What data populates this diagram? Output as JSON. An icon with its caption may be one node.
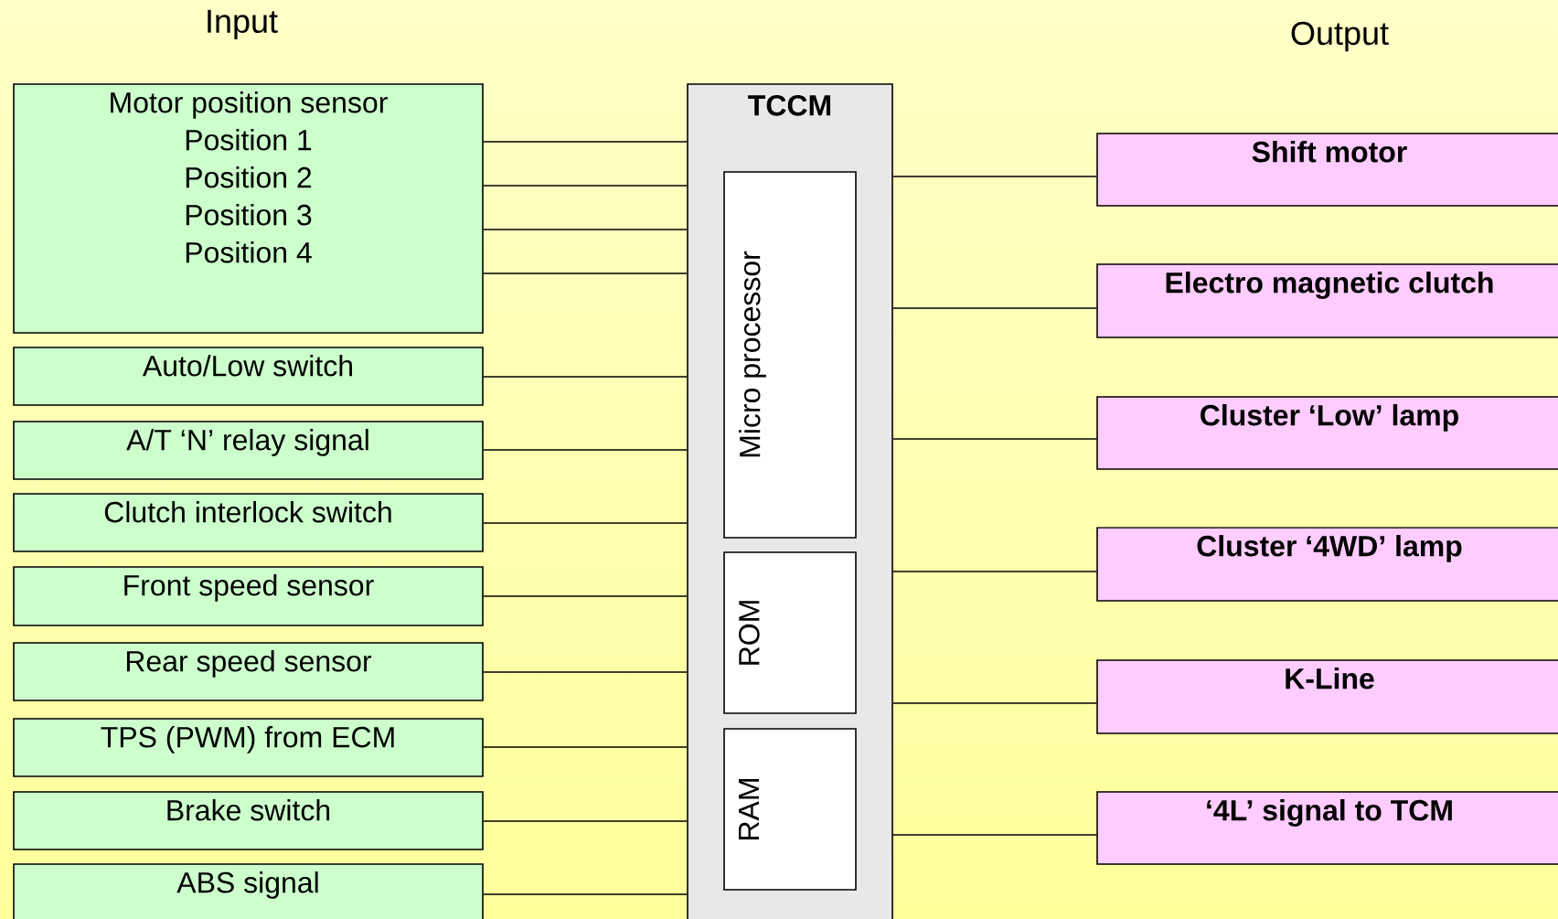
{
  "diagram": {
    "nodes": [
      {
        "text": [
          "Motor position sensor",
          "Position 1",
          "Position 2",
          "Position 3",
          "Position 4"
        ]
      },
      {
        "text": [
          "Auto/Low switch"
        ]
      },
      {
        "text": [
          "A/T ‘N’ relay signal"
        ]
      },
      {
        "text": [
          "Clutch interlock switch"
        ]
      },
      {
        "text": [
          "Front speed sensor"
        ]
      },
      {
        "text": [
          "Rear speed sensor"
        ]
      },
      {
        "text": [
          "TPS (PWM) from ECM"
        ]
      },
      {
        "text": [
          "Brake switch"
        ]
      },
      {
        "text": [
          "ABS signal"
        ]
      },
      {
        "text": [
          "TCCM"
        ]
      },
      {
        "text": [
          "Micro processor"
        ],
        "in": 9
      },
      {
        "text": [
          "ROM"
        ],
        "in": 9
      },
      {
        "text": [
          "RAM"
        ],
        "in": 9
      },
      {
        "text": [
          "Shift motor"
        ]
      },
      {
        "text": [
          "Electro magnetic clutch"
        ]
      },
      {
        "text": [
          "Cluster ‘Low’ lamp"
        ]
      },
      {
        "text": [
          "Cluster ‘4WD’ lamp"
        ]
      },
      {
        "text": [
          "K-Line"
        ]
      },
      {
        "text": [
          "‘4L’ signal to TCM"
        ]
      }
    ],
    "edges": [
      {
        "from": 0,
        "to": 9,
        "arrow": "none"
      },
      {
        "from": 0,
        "to": 9,
        "arrow": "none"
      },
      {
        "from": 0,
        "to": 9,
        "arrow": "none"
      },
      {
        "from": 0,
        "to": 9,
        "arrow": "none"
      },
      {
        "from": 1,
        "to": 9,
        "arrow": "none"
      },
      {
        "from": 2,
        "to": 9,
        "arrow": "none"
      },
      {
        "from": 3,
        "to": 9,
        "arrow": "none"
      },
      {
        "from": 4,
        "to": 9,
        "arrow": "none"
      },
      {
        "from": 5,
        "to": 9,
        "arrow": "none"
      },
      {
        "from": 6,
        "to": 9,
        "arrow": "none"
      },
      {
        "from": 7,
        "to": 9,
        "arrow": "none"
      },
      {
        "from": 8,
        "to": 9,
        "arrow": "none"
      },
      {
        "from": 9,
        "to": 13,
        "arrow": "none"
      },
      {
        "from": 9,
        "to": 14,
        "arrow": "none"
      },
      {
        "from": 9,
        "to": 15,
        "arrow": "none"
      },
      {
        "from": 9,
        "to": 16,
        "arrow": "none"
      },
      {
        "from": 9,
        "to": 17,
        "arrow": "none"
      },
      {
        "from": 9,
        "to": 18,
        "arrow": "none"
      }
    ],
    "labels": [
      "Input",
      "Output"
    ]
  }
}
